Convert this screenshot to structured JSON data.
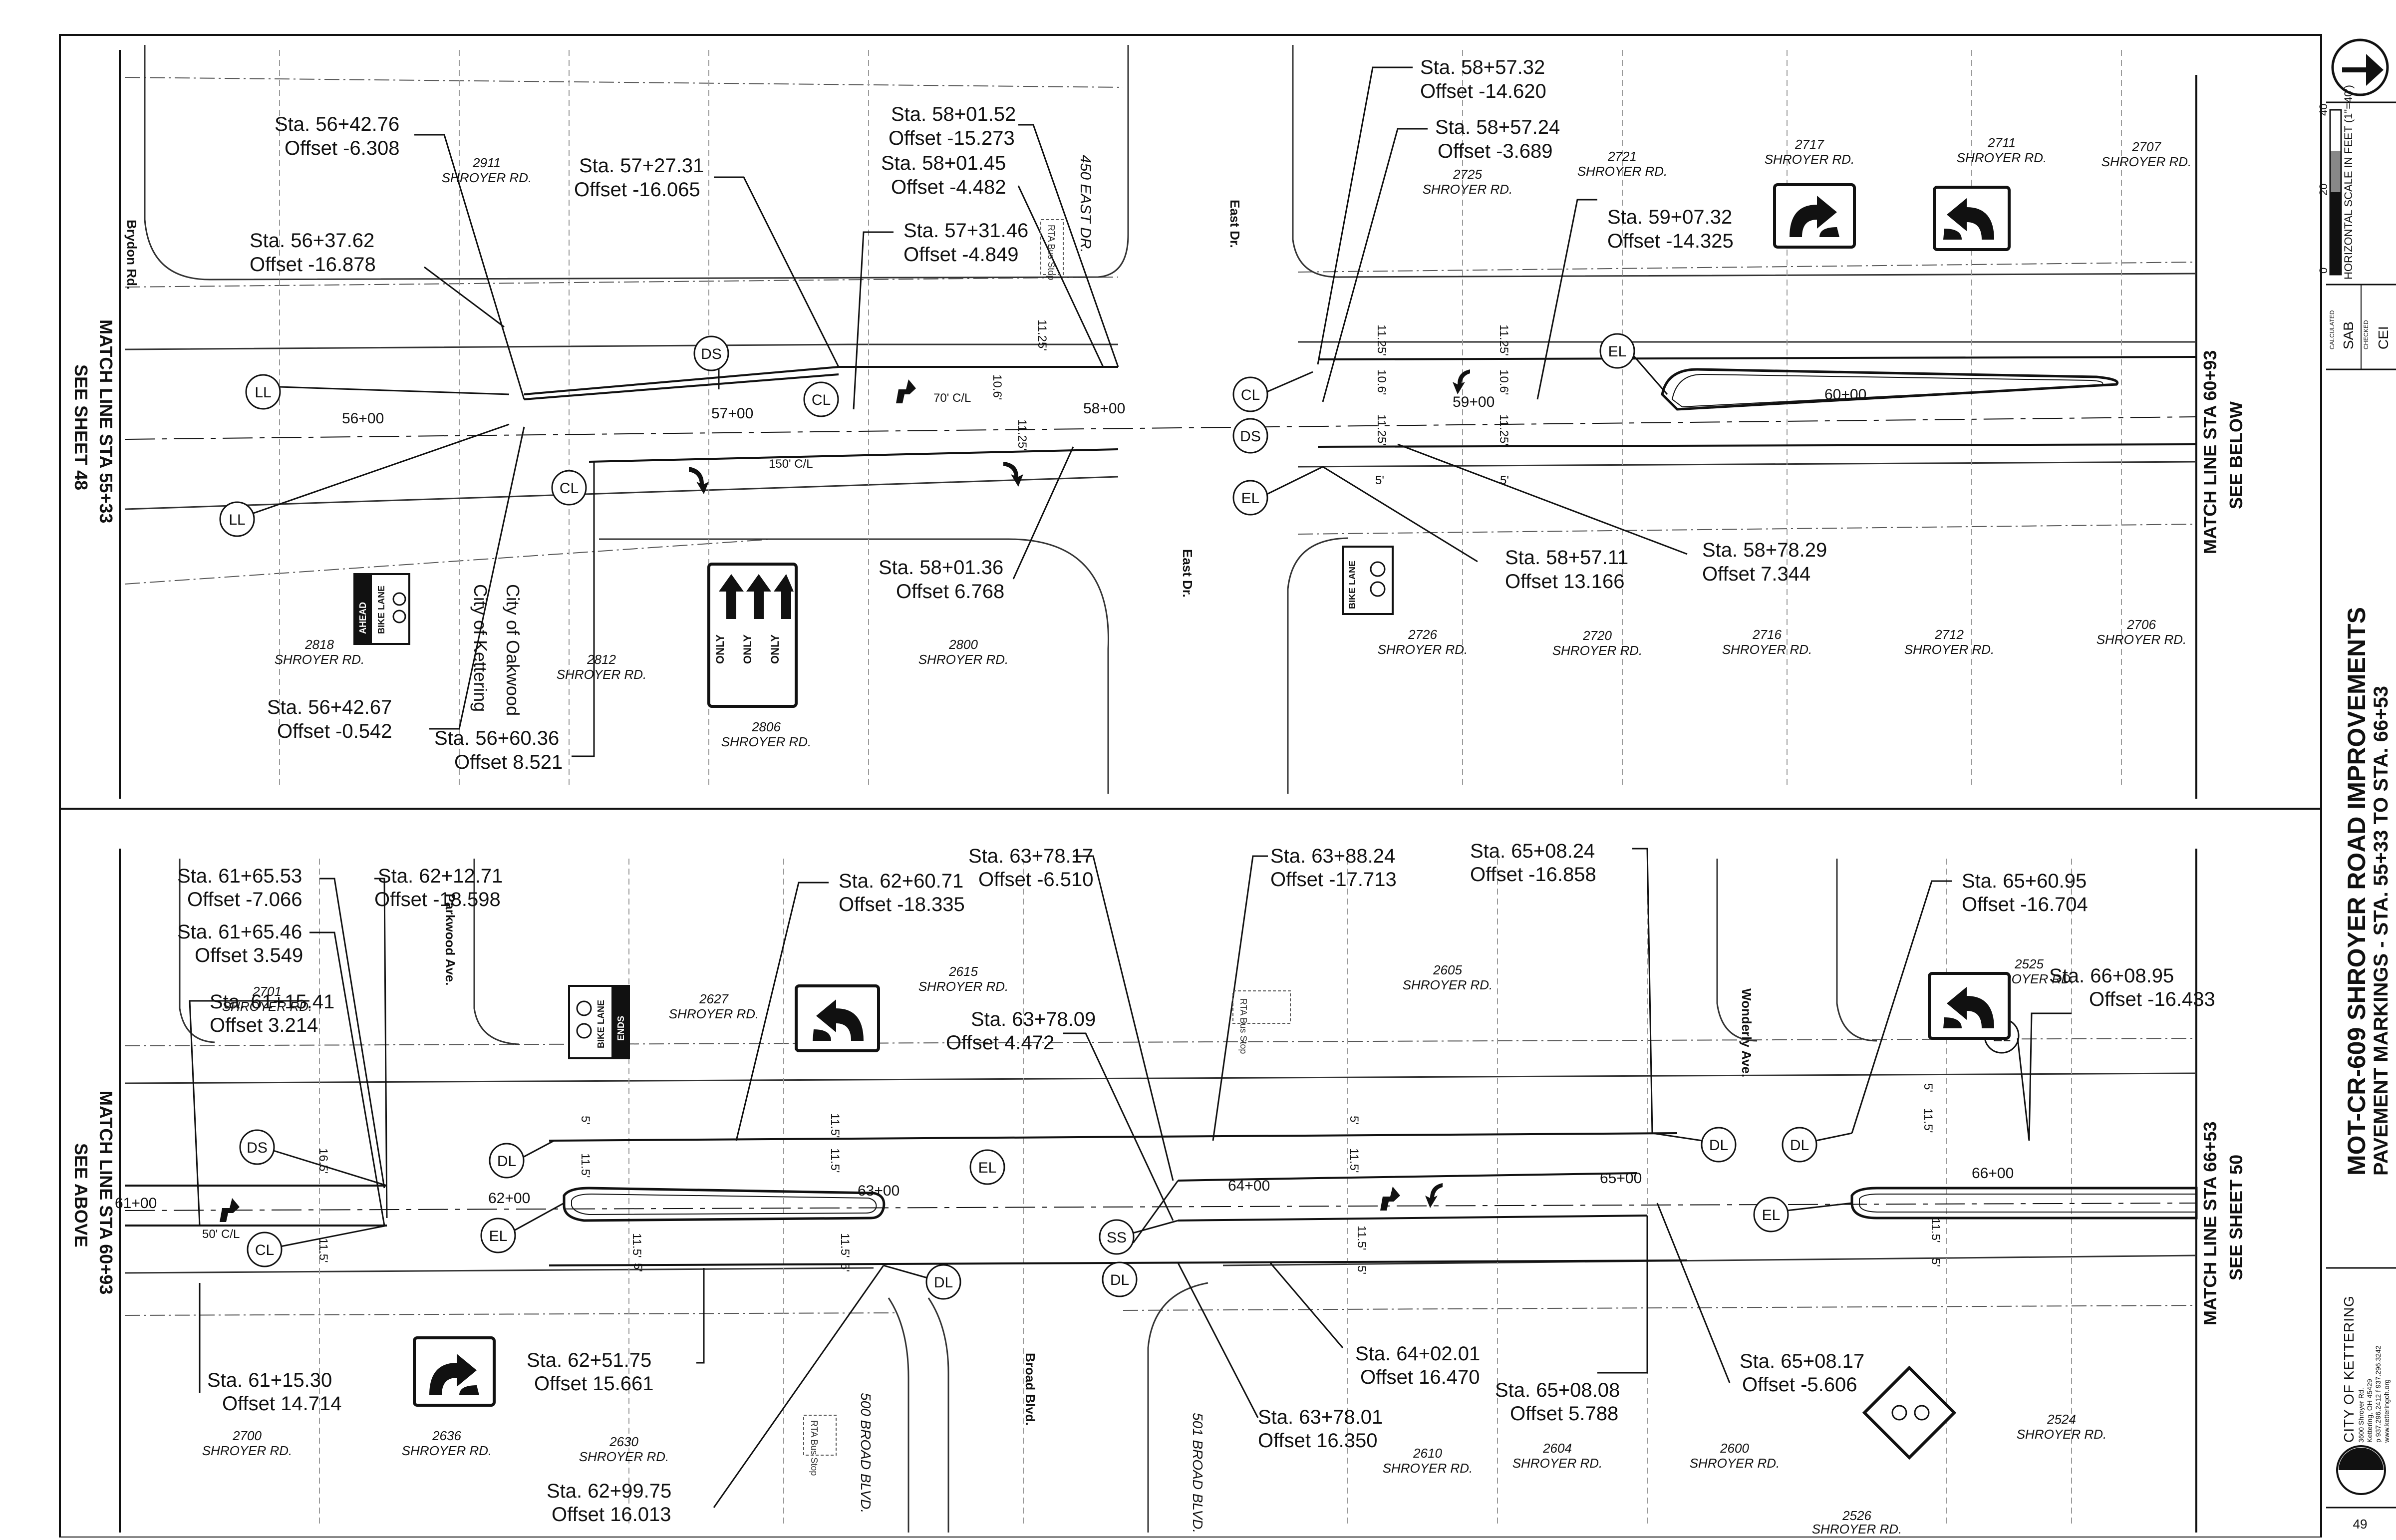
{
  "title_block": {
    "project_title": "MOT-CR-609 SHROYER ROAD IMPROVEMENTS",
    "sheet_subtitle": "PAVEMENT MARKINGS - STA. 55+33 TO STA. 66+53",
    "scale_label": "HORIZONTAL SCALE IN FEET (1\"=40')",
    "scale_ticks": [
      "0",
      "20",
      "40"
    ],
    "calculated_label": "CALCULATED",
    "calculated_by": "SAB",
    "checked_label": "CHECKED",
    "checked_by": "CEI",
    "city_name": "CITY OF KETTERING",
    "city_address_1": "3600 Shroyer Rd.",
    "city_address_2": "Kettering, OH 45429",
    "city_phone": "p 937.296.2412 f 937.296.3242",
    "city_web": "www.ketteringoh.org",
    "sheet_number": "49"
  },
  "top_panel": {
    "match_left": "MATCH LINE STA 55+33",
    "match_left_sub": "SEE SHEET 48",
    "match_right": "MATCH LINE STA 60+93",
    "match_right_sub": "SEE BELOW",
    "callouts": [
      {
        "sta": "Sta.  56+42.76",
        "off": "Offset  -6.308"
      },
      {
        "sta": "Sta.  56+37.62",
        "off": "Offset  -16.878"
      },
      {
        "sta": "Sta.  57+27.31",
        "off": "Offset  -16.065"
      },
      {
        "sta": "Sta.  58+01.52",
        "off": "Offset  -15.273"
      },
      {
        "sta": "Sta.  58+01.45",
        "off": "Offset  -4.482"
      },
      {
        "sta": "Sta.  57+31.46",
        "off": "Offset  -4.849"
      },
      {
        "sta": "Sta.  58+57.32",
        "off": "Offset  -14.620"
      },
      {
        "sta": "Sta.  58+57.24",
        "off": "Offset  -3.689"
      },
      {
        "sta": "Sta.  59+07.32",
        "off": "Offset  -14.325"
      },
      {
        "sta": "Sta.  58+01.36",
        "off": "Offset  6.768"
      },
      {
        "sta": "Sta.  58+57.11",
        "off": "Offset  13.166"
      },
      {
        "sta": "Sta.  58+78.29",
        "off": "Offset  7.344"
      },
      {
        "sta": "Sta.  56+42.67",
        "off": "Offset  -0.542"
      },
      {
        "sta": "Sta.  56+60.36",
        "off": "Offset  8.521"
      }
    ],
    "stations": [
      "56+00",
      "57+00",
      "58+00",
      "59+00",
      "60+00"
    ],
    "addresses": [
      {
        "num": "2911",
        "street": "SHROYER RD."
      },
      {
        "num": "2721",
        "street": "SHROYER RD."
      },
      {
        "num": "2725",
        "street": "SHROYER RD."
      },
      {
        "num": "2717",
        "street": "SHROYER RD."
      },
      {
        "num": "2711",
        "street": "SHROYER RD."
      },
      {
        "num": "2707",
        "street": "SHROYER RD."
      },
      {
        "num": "2818",
        "street": "SHROYER RD."
      },
      {
        "num": "2812",
        "street": "SHROYER RD."
      },
      {
        "num": "2800",
        "street": "SHROYER RD."
      },
      {
        "num": "2806",
        "street": "SHROYER RD."
      },
      {
        "num": "2726",
        "street": "SHROYER RD."
      },
      {
        "num": "2720",
        "street": "SHROYER RD."
      },
      {
        "num": "2716",
        "street": "SHROYER RD."
      },
      {
        "num": "2712",
        "street": "SHROYER RD."
      },
      {
        "num": "2706",
        "street": "SHROYER RD."
      }
    ],
    "streets": {
      "brydon": "Brydon Rd.",
      "east_dr": "East Dr.",
      "east_dr_2": "East Dr.",
      "east_dr_lot": "450 EAST DR.",
      "oakwood": "City of Oakwood",
      "kettering": "City of Kettering"
    },
    "dims": {
      "cl70": "70' C/L",
      "cl150": "150' C/L",
      "d1": "11.25'",
      "d2": "10.6'",
      "d3": "11.25'",
      "d4": "11.25'",
      "d5": "10.6'",
      "d6": "11.25'",
      "d7": "11.25'",
      "d8": "10.6'",
      "d9": "11.25'",
      "d10": "5'",
      "d11": "5'"
    },
    "symbols": {
      "ll1": "LL",
      "ll2": "LL",
      "ds1": "DS",
      "cl1": "CL",
      "cl2": "CL",
      "cl3": "CL",
      "ds2": "DS",
      "el1": "EL",
      "el2": "EL"
    },
    "signs": {
      "only1": "ONLY",
      "only2": "ONLY",
      "only3": "ONLY",
      "bike_lane": "BIKE LANE",
      "ahead": "AHEAD",
      "bike_lane2": "BIKE LANE",
      "rta": "RTA Bus Stop"
    }
  },
  "bottom_panel": {
    "match_left": "MATCH LINE STA 60+93",
    "match_left_sub": "SEE ABOVE",
    "match_right": "MATCH LINE STA 66+53",
    "match_right_sub": "SEE SHEET 50",
    "callouts": [
      {
        "sta": "Sta.  61+65.53",
        "off": "Offset  -7.066"
      },
      {
        "sta": "Sta.  62+12.71",
        "off": "Offset  -18.598"
      },
      {
        "sta": "Sta.  61+65.46",
        "off": "Offset  3.549"
      },
      {
        "sta": "Sta.  61+15.41",
        "off": "Offset  3.214"
      },
      {
        "sta": "Sta.  62+60.71",
        "off": "Offset  -18.335"
      },
      {
        "sta": "Sta.  63+78.17",
        "off": "Offset  -6.510"
      },
      {
        "sta": "Sta.  63+88.24",
        "off": "Offset  -17.713"
      },
      {
        "sta": "Sta.  63+78.09",
        "off": "Offset  4.472"
      },
      {
        "sta": "Sta.  65+08.24",
        "off": "Offset  -16.858"
      },
      {
        "sta": "Sta.  65+60.95",
        "off": "Offset  -16.704"
      },
      {
        "sta": "Sta.  66+08.95",
        "off": "Offset  -16.433"
      },
      {
        "sta": "Sta.  61+15.30",
        "off": "Offset  14.714"
      },
      {
        "sta": "Sta.  62+51.75",
        "off": "Offset  15.661"
      },
      {
        "sta": "Sta.  62+99.75",
        "off": "Offset  16.013"
      },
      {
        "sta": "Sta.  64+02.01",
        "off": "Offset  16.470"
      },
      {
        "sta": "Sta.  63+78.01",
        "off": "Offset  16.350"
      },
      {
        "sta": "Sta.  65+08.08",
        "off": "Offset  5.788"
      },
      {
        "sta": "Sta.  65+08.17",
        "off": "Offset  -5.606"
      }
    ],
    "stations": [
      "61+00",
      "62+00",
      "63+00",
      "64+00",
      "65+00",
      "66+00"
    ],
    "addresses": [
      {
        "num": "2701",
        "street": "SHROYER RD."
      },
      {
        "num": "2627",
        "street": "SHROYER RD."
      },
      {
        "num": "2615",
        "street": "SHROYER RD."
      },
      {
        "num": "2605",
        "street": "SHROYER RD."
      },
      {
        "num": "2525",
        "street": "SHROYER RD."
      },
      {
        "num": "2700",
        "street": "SHROYER RD."
      },
      {
        "num": "2636",
        "street": "SHROYER RD."
      },
      {
        "num": "2630",
        "street": "SHROYER RD."
      },
      {
        "num": "2610",
        "street": "SHROYER RD."
      },
      {
        "num": "2604",
        "street": "SHROYER RD."
      },
      {
        "num": "2600",
        "street": "SHROYER RD."
      },
      {
        "num": "2524",
        "street": "SHROYER RD."
      },
      {
        "num": "2526",
        "street": "SHROYER RD."
      }
    ],
    "streets": {
      "parkwood": "Parkwood Ave.",
      "broad": "Broad Blvd.",
      "wonderly": "Wonderly Ave.",
      "broad500": "500 BROAD BLVD.",
      "broad501": "501 BROAD BLVD."
    },
    "dims": {
      "cl50": "50' C/L",
      "d1": "16.5'",
      "d2": "11.5'",
      "d3": "11.5'",
      "d4": "11.5'",
      "d5": "11.5'",
      "d6": "5'",
      "d7": "5'",
      "d8": "11.5'",
      "d9": "11.5'",
      "d10": "5'",
      "d11": "11.5'",
      "d12": "11.5'",
      "d13": "5'",
      "d14": "5'",
      "d15": "5'",
      "d16": "11.5'",
      "d17": "5'",
      "d18": "11.5'"
    },
    "symbols": {
      "ds": "DS",
      "cl": "CL",
      "dl1": "DL",
      "el1": "EL",
      "el2": "EL",
      "ss": "SS",
      "dl2": "DL",
      "dl3": "DL",
      "dl4": "DL",
      "dl5": "DL",
      "el3": "EL",
      "el4": "EL"
    },
    "signs": {
      "bike_lane": "BIKE LANE",
      "ends": "ENDS",
      "rta1": "RTA Bus Stop",
      "rta2": "RTA Bus Stop"
    }
  }
}
